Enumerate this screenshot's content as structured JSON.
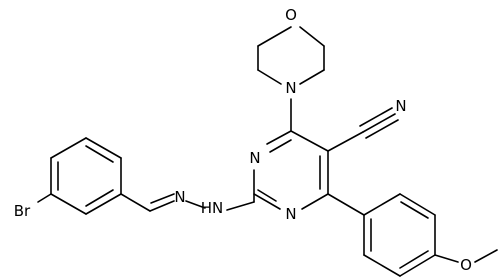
{
  "molecule": {
    "atom_labels": {
      "morpholine_oxygen": "O",
      "morpholine_nitrogen": "N",
      "nitrile_nitrogen": "N",
      "pyrimidine_n1": "N",
      "pyrimidine_n3": "N",
      "hydrazone_nh": "HN",
      "hydrazone_n": "N",
      "bromine": "Br",
      "methoxy_oxygen": "O"
    }
  }
}
